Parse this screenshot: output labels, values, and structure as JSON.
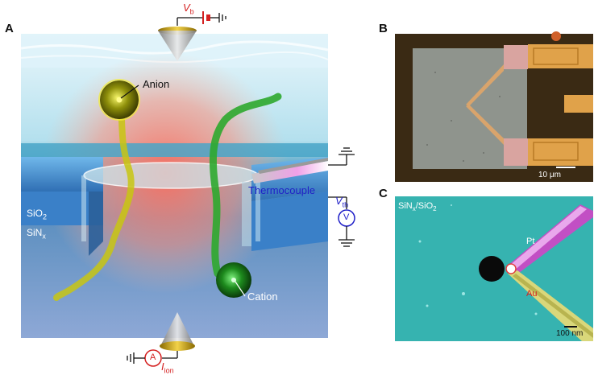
{
  "panel_a": {
    "letter": "A",
    "labels": {
      "anion": "Anion",
      "cation": "Cation",
      "thermocouple": "Thermocouple",
      "sio2": "SiO",
      "sio2_sub": "2",
      "sinx": "SiN",
      "sinx_sub": "x",
      "vb": "V",
      "vb_sub": "b",
      "vth": "V",
      "vth_sub": "th",
      "ion": "I",
      "ion_sub": "ion",
      "voltmeter_symbol": "V",
      "ammeter_symbol": "A"
    }
  },
  "panel_b": {
    "letter": "B",
    "scale_bar": "10 μm"
  },
  "panel_c": {
    "letter": "C",
    "substrate": "SiN",
    "substrate_sub": "x",
    "substrate_suffix": "/SiO",
    "substrate_suffix_sub": "2",
    "pt_label": "Pt",
    "au_label": "Au",
    "scale_bar": "100 nm"
  },
  "colors": {
    "circuit_red": "#d42020",
    "circuit_blue": "#2020c8",
    "anion_yellow": "#e6e01a",
    "cation_green": "#2aa82a",
    "membrane_blue": "#3d86c9",
    "tem_cyan": "#36b3b0"
  }
}
